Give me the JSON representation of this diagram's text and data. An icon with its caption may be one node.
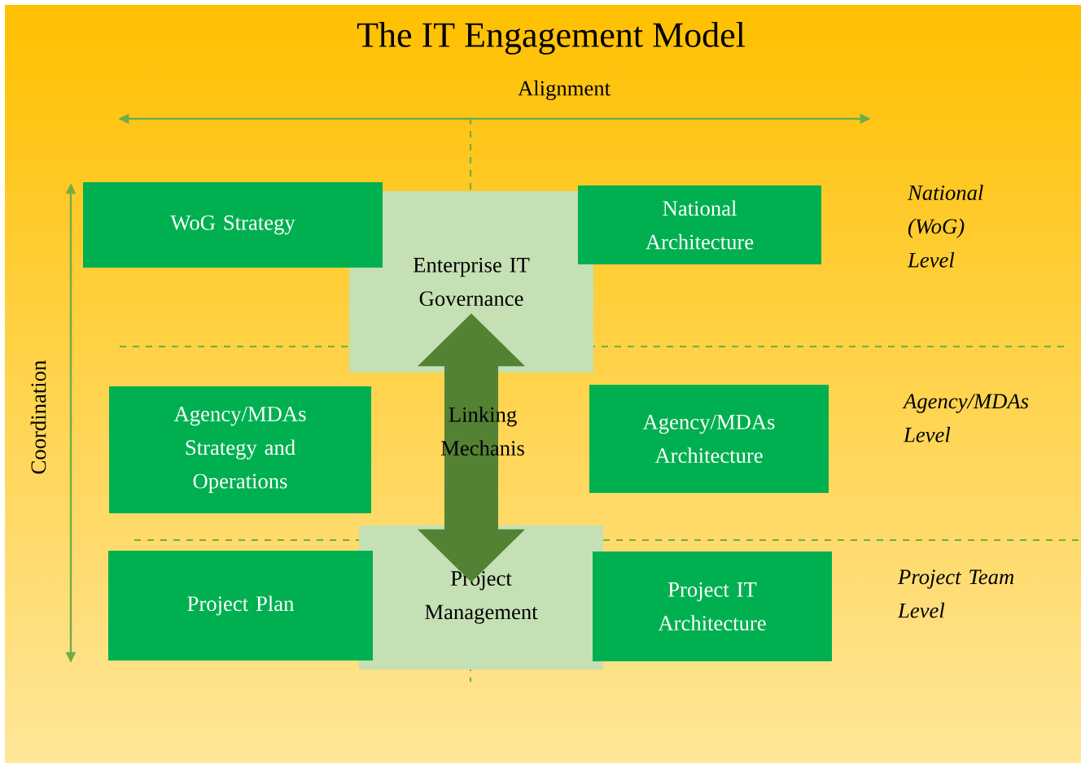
{
  "diagram": {
    "title": "The IT Engagement Model",
    "nodes": [
      {
        "text": [
          "WoG Strategy"
        ]
      },
      {
        "text": [
          "Enterprise IT Governance"
        ]
      },
      {
        "text": [
          "National Architecture"
        ]
      },
      {
        "text": [
          "Agency/MDAs Strategy and Operations"
        ]
      },
      {
        "text": [
          "Agency/MDAs Architecture"
        ]
      },
      {
        "text": [
          "Project Plan"
        ]
      },
      {
        "text": [
          "Project Management"
        ]
      },
      {
        "text": [
          "Project IT Architecture"
        ]
      }
    ],
    "edges": [
      {
        "from": 1,
        "to": 6,
        "arrow": "both",
        "label": "Linking Mechanis",
        "style": "thick"
      }
    ],
    "labels": [
      "Alignment",
      "Coordination",
      "National (WoG) Level",
      "Agency/MDAs Level",
      "Project Team Level"
    ]
  }
}
